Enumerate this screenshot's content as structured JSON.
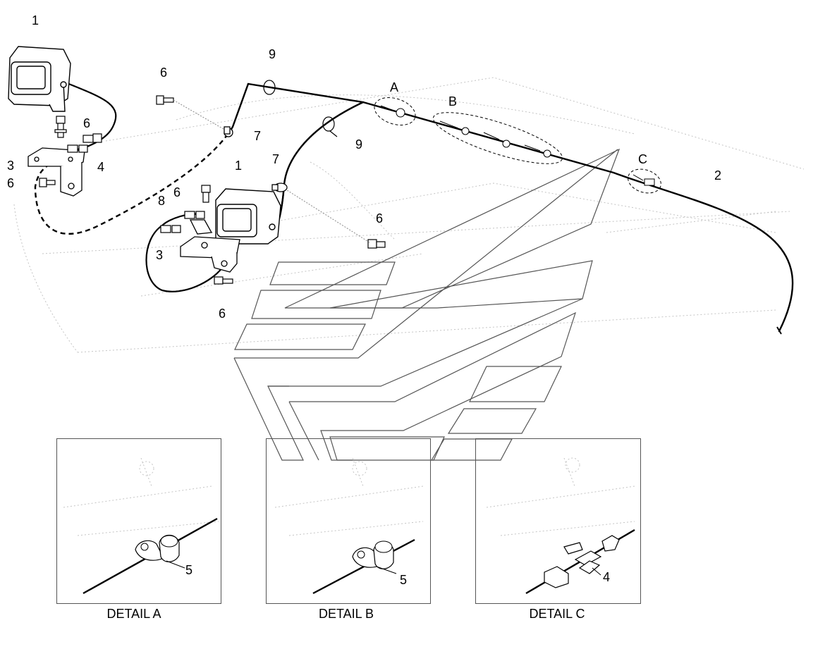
{
  "callouts": {
    "c1_top": "1",
    "c6_a": "6",
    "c9_a": "9",
    "cA": "A",
    "cB": "B",
    "c6_b": "6",
    "c7_a": "7",
    "c9_b": "9",
    "c3_a": "3",
    "c6_c": "6",
    "c4_a": "4",
    "c7_b": "7",
    "c1_mid": "1",
    "cC": "C",
    "c2": "2",
    "c6_d": "6",
    "c8": "8",
    "c3_b": "3",
    "c6_e": "6",
    "c6_f": "6",
    "c5_a": "5",
    "c5_b": "5",
    "c4_b": "4"
  },
  "details": [
    {
      "caption": "DETAIL A"
    },
    {
      "caption": "DETAIL B"
    },
    {
      "caption": "DETAIL C"
    }
  ],
  "colors": {
    "line": "#000000",
    "ghost": "#b8b8b8",
    "logo": "#555555"
  }
}
